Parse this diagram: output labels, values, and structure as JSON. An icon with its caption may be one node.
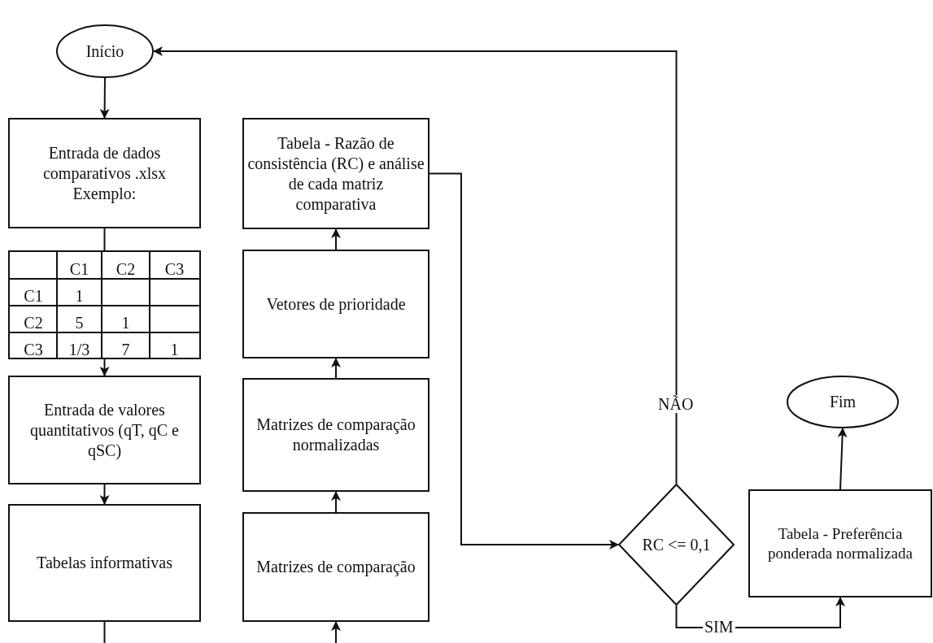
{
  "diagram": {
    "nodes": [
      {
        "text": [
          "Início"
        ]
      },
      {
        "text": [
          "Entrada de dados comparativos .xlsx Exemplo:"
        ]
      },
      {
        "text": [
          "C1",
          "C2",
          "C3",
          "C1",
          "1",
          "C2",
          "5",
          "1",
          "C3",
          "1/3",
          "7",
          "1"
        ]
      },
      {
        "text": [
          "Entrada de valores quantitativos (qT, qC e qSC)"
        ]
      },
      {
        "text": [
          "Tabelas informativas"
        ]
      },
      {
        "text": [
          "Matrizes de comparação"
        ]
      },
      {
        "text": [
          "Matrizes de comparação normalizadas"
        ]
      },
      {
        "text": [
          "Vetores de prioridade"
        ]
      },
      {
        "text": [
          "Tabela - Razão de consistência (RC) e análise de cada matriz comparativa"
        ]
      },
      {
        "text": [
          "RC <= 0,1"
        ]
      },
      {
        "text": [
          "Tabela - Preferência ponderada normalizada"
        ]
      },
      {
        "text": [
          "Fim"
        ]
      }
    ],
    "edges": [
      {
        "from": 0,
        "to": 1,
        "arrow": "to"
      },
      {
        "from": 1,
        "to": 2,
        "arrow": "none"
      },
      {
        "from": 2,
        "to": 3,
        "arrow": "to"
      },
      {
        "from": 3,
        "to": 4,
        "arrow": "to"
      },
      {
        "from": 4,
        "to": null,
        "arrow": "none"
      },
      {
        "from": null,
        "to": 5,
        "arrow": "to"
      },
      {
        "from": 5,
        "to": 6,
        "arrow": "to"
      },
      {
        "from": 6,
        "to": 7,
        "arrow": "to"
      },
      {
        "from": 7,
        "to": 8,
        "arrow": "to"
      },
      {
        "from": 8,
        "to": 9,
        "arrow": "to"
      },
      {
        "from": 9,
        "to": 0,
        "arrow": "to",
        "label": "NÃO"
      },
      {
        "from": 9,
        "to": 10,
        "arrow": "to",
        "label": "SIM"
      },
      {
        "from": 10,
        "to": 11,
        "arrow": "to"
      }
    ]
  }
}
